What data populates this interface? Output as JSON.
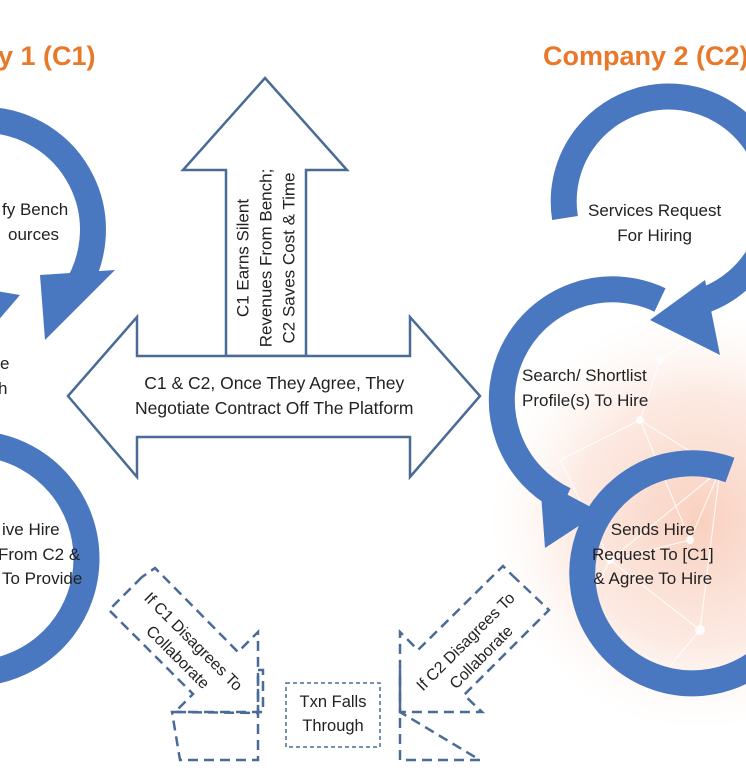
{
  "titles": {
    "company1": "y 1 (C1)",
    "company2": "Company 2 (C2)"
  },
  "c1_steps": {
    "step1": [
      "fy Bench",
      "ources"
    ],
    "step2": [
      "e",
      "h"
    ],
    "step3": [
      "ive Hire",
      "From C2 &",
      "To Provide"
    ]
  },
  "c2_steps": {
    "step1": [
      "Services Request",
      "For Hiring"
    ],
    "step2": [
      "Search/ Shortlist",
      "Profile(s) To Hire"
    ],
    "step3": [
      "Sends Hire",
      "Request To [C1]",
      "& Agree To Hire"
    ]
  },
  "center": {
    "up_arrow": [
      "C1 Earns Silent",
      "Revenues From Bench;",
      "C2 Saves Cost & Time"
    ],
    "double_arrow": [
      "C1 & C2, Once They Agree, They",
      "Negotiate Contract Off The Platform"
    ]
  },
  "fallthrough": {
    "left_arrow": [
      "If C1 Disagrees To",
      "Collaborate"
    ],
    "right_arrow": [
      "If C2 Disagrees To",
      "Collaborate"
    ],
    "box": [
      "Txn Falls",
      "Through"
    ]
  },
  "colors": {
    "title": "#e8782a",
    "arc": "#4a78c0",
    "arrow_outline": "#4a6b96",
    "glow": "#f3b79a"
  }
}
